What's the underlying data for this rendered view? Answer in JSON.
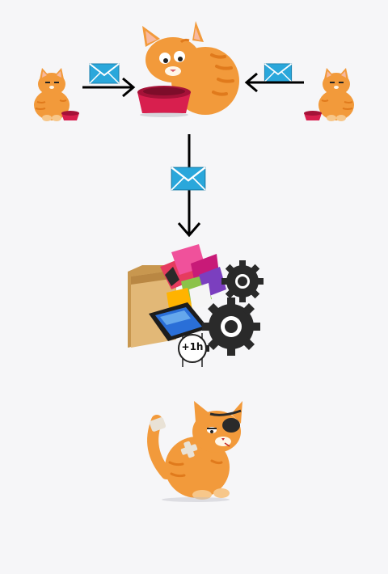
{
  "diagram": {
    "nodes": [
      {
        "id": "small-cat-left",
        "icon": "cat-with-bowl-icon"
      },
      {
        "id": "big-cat-eating",
        "icon": "cat-eating-from-bowl-icon"
      },
      {
        "id": "small-cat-right",
        "icon": "cat-with-bowl-icon"
      },
      {
        "id": "processing-cluster",
        "icon": "folder-apps-gears-icon"
      },
      {
        "id": "bruised-cat",
        "icon": "injured-cat-icon"
      }
    ],
    "edges": [
      {
        "from": "small-cat-left",
        "to": "big-cat-eating",
        "icon": "envelope-icon"
      },
      {
        "from": "small-cat-right",
        "to": "big-cat-eating",
        "icon": "envelope-icon"
      },
      {
        "from": "big-cat-eating",
        "to": "processing-cluster",
        "icon": "envelope-icon"
      }
    ],
    "watch_label": "+1h",
    "colors": {
      "cat_orange": "#f29a3b",
      "cat_stripe": "#e07a1c",
      "bowl_red": "#d81f4e",
      "envelope_blue": "#2aa7db",
      "gear_dark": "#2a2a2a",
      "folder_tan": "#d4a867",
      "arrow": "#000000",
      "background": "#f6f6f8"
    }
  }
}
